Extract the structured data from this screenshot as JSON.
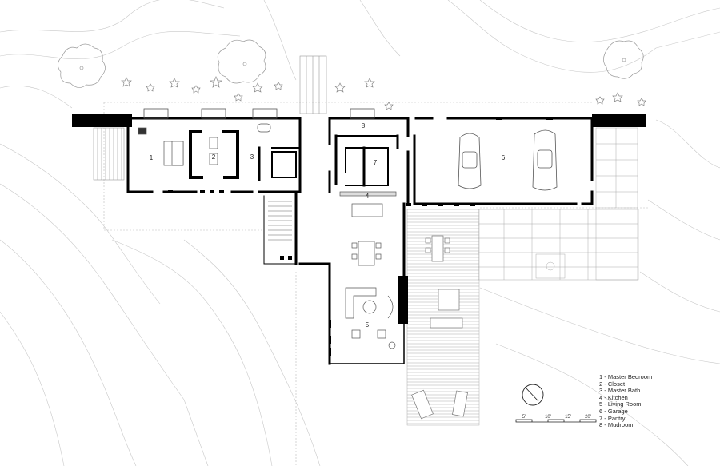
{
  "rooms": [
    {
      "number": "1",
      "name": "Master Bedroom"
    },
    {
      "number": "2",
      "name": "Closet"
    },
    {
      "number": "3",
      "name": "Master Bath"
    },
    {
      "number": "4",
      "name": "Kitchen"
    },
    {
      "number": "5",
      "name": "Living Room"
    },
    {
      "number": "6",
      "name": "Garage"
    },
    {
      "number": "7",
      "name": "Pantry"
    },
    {
      "number": "8",
      "name": "Mudroom"
    }
  ],
  "legend": [
    "1 - Master Bedroom",
    "2 - Closet",
    "3 - Master Bath",
    "4 - Kitchen",
    "5 - Living Room",
    "6 - Garage",
    "7 - Pantry",
    "8 - Mudroom"
  ],
  "scale_bar": {
    "labels": [
      "5'",
      "10'",
      "15'",
      "20'"
    ]
  },
  "colors": {
    "wall": "#000000",
    "line": "#9a9a9a",
    "paper": "#ffffff"
  },
  "icons": [
    "north-arrow-icon",
    "tree-icon",
    "shrub-icon",
    "car-icon"
  ]
}
